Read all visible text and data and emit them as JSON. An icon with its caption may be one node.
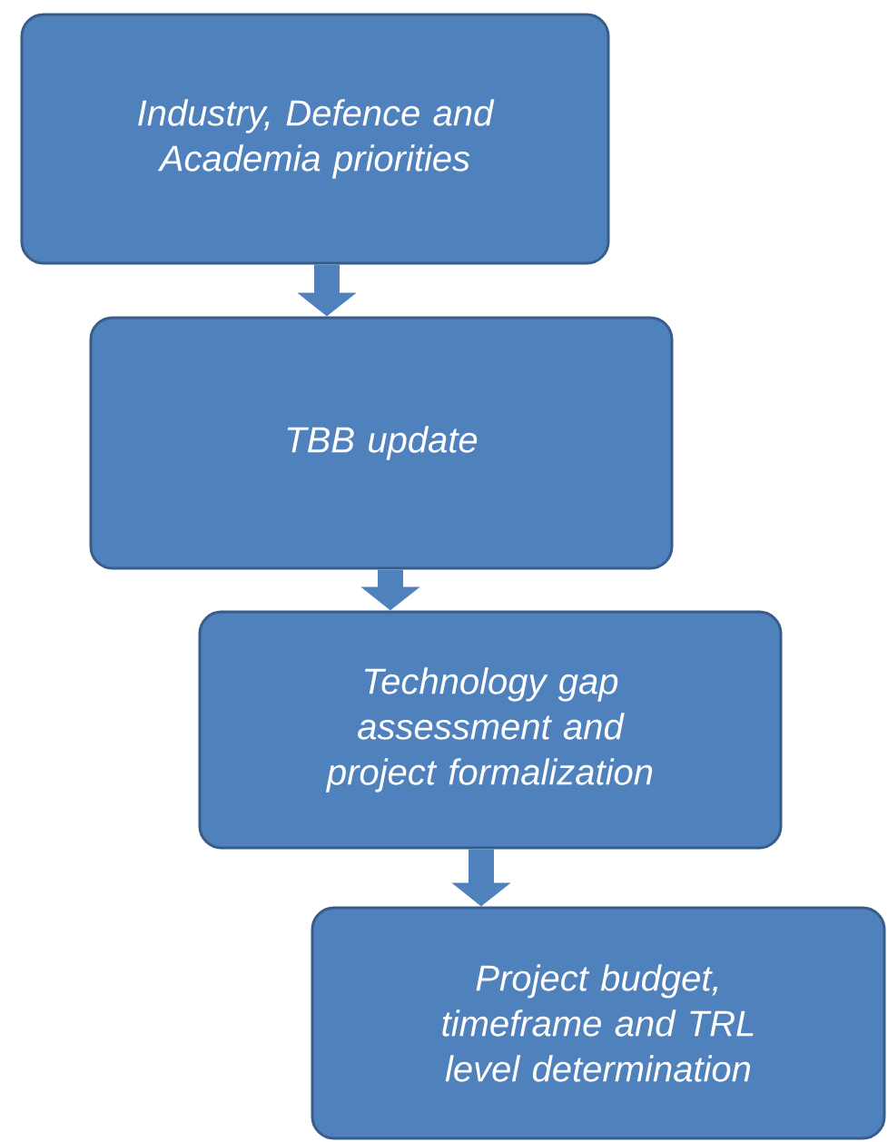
{
  "diagram": {
    "nodes": [
      {
        "text": [
          "Industry, Defence and Academia priorities"
        ]
      },
      {
        "text": [
          "TBB update"
        ]
      },
      {
        "text": [
          "Technology gap assessment and project formalization"
        ]
      },
      {
        "text": [
          "Project budget, timeframe and TRL level determination"
        ]
      }
    ],
    "edges": [
      {
        "from": 0,
        "to": 1,
        "arrow": "to"
      },
      {
        "from": 1,
        "to": 2,
        "arrow": "to"
      },
      {
        "from": 2,
        "to": 3,
        "arrow": "to"
      }
    ]
  }
}
